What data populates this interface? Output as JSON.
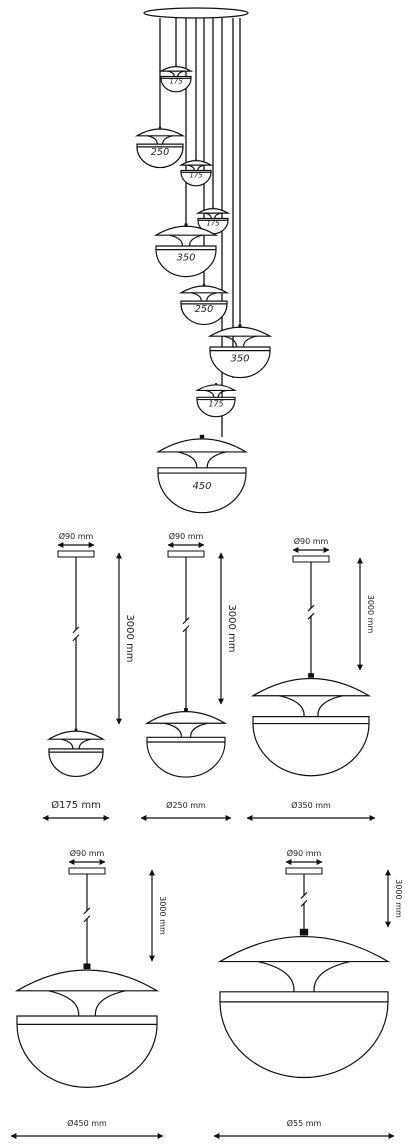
{
  "cluster": {
    "labels": [
      "175",
      "250",
      "175",
      "175",
      "350",
      "250",
      "350",
      "175",
      "450"
    ]
  },
  "dimensions": {
    "canopy": "Ø90 mm",
    "length": "3000 mm",
    "lamps": [
      {
        "diameter": "Ø175 mm"
      },
      {
        "diameter": "Ø250 mm"
      },
      {
        "diameter": "Ø350 mm"
      },
      {
        "diameter": "Ø450 mm"
      },
      {
        "diameter": "Ø55 mm"
      }
    ]
  }
}
